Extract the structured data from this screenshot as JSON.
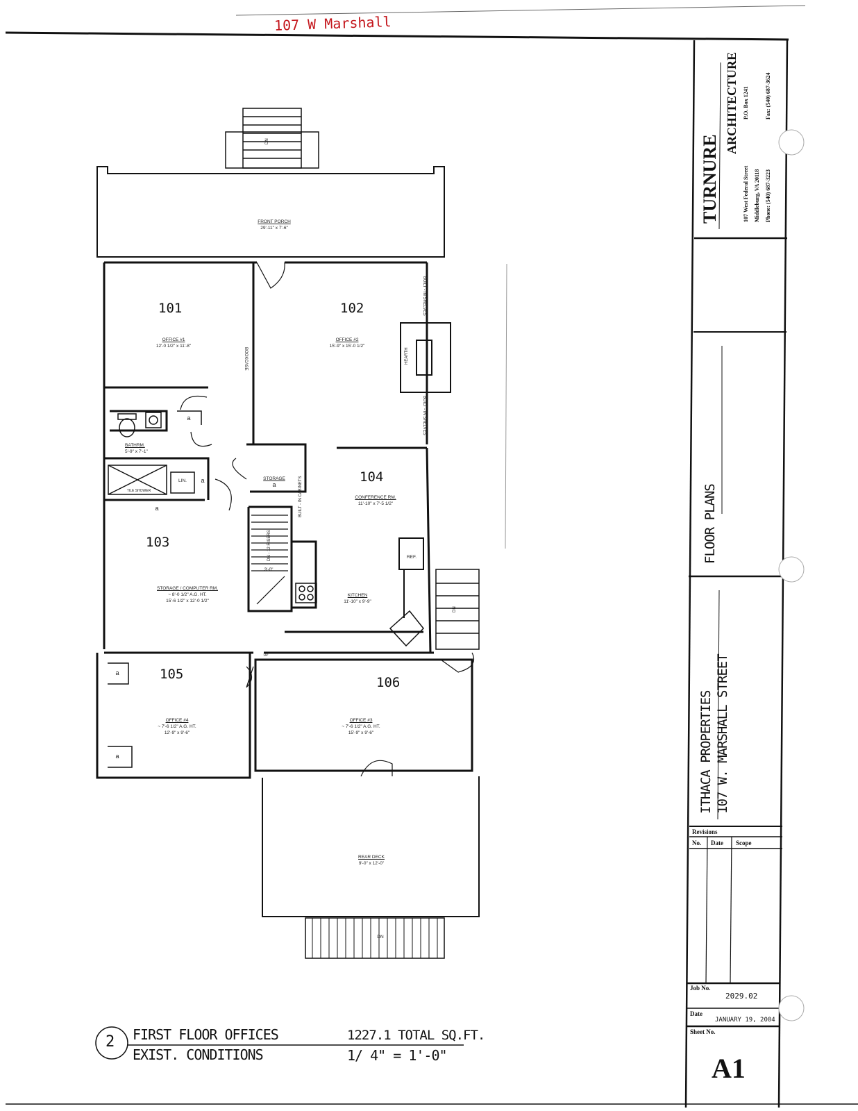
{
  "annotation": {
    "handwritten_note": "107 W Marshall"
  },
  "rooms": [
    {
      "num": "101",
      "name": "OFFICE #1",
      "dims": "12'-0 1/2\" x 11'-8\""
    },
    {
      "num": "102",
      "name": "OFFICE #2",
      "dims": "15'-9\" x 15'-0 1/2\""
    },
    {
      "num": "103",
      "name": "STORAGE / COMPUTER RM.",
      "clear": "~ 8'-0 1/2\" A.G. HT.",
      "dims": "15'-6 1/2\" x 12'-0 1/2\""
    },
    {
      "num": "104",
      "name": "CONFERENCE RM.",
      "dims": "11'-10\" x 7'-5 1/2\""
    },
    {
      "num": "105",
      "name": "OFFICE #4",
      "clear": "~ 7'-6 1/2\" A.G. HT.",
      "dims": "12'-9\" x 9'-6\""
    },
    {
      "num": "106",
      "name": "OFFICE #3",
      "clear": "~ 7'-6 1/2\" A.G. HT.",
      "dims": "15'-9\" x 9'-6\""
    }
  ],
  "spaces": {
    "front_porch": {
      "name": "FRONT PORCH",
      "dims": "29'-11\" x 7'-6\""
    },
    "rear_deck": {
      "name": "REAR DECK",
      "dims": "9'-0\" x 12'-0\""
    },
    "bathroom": {
      "name": "BATHRM.",
      "dims": "5'-9\" x 7'-1\""
    },
    "kitchen": {
      "name": "KITCHEN",
      "dims": "11'-10\" x 9'-9\""
    },
    "storage": {
      "name": "STORAGE",
      "tag": "a"
    },
    "shower": "TILE SHOWER",
    "linen": "LIN.",
    "ref": "REF.",
    "hearth": "HEARTH",
    "bookcase": "BOOKCASE",
    "shelves_upper": "BUILT - IN SHELVES",
    "shelves_lower": "BUILT - IN SHELVES",
    "cabinets": "BUILT - IN CABINETS",
    "stair_label": "DN - 12 RISERS",
    "stair_width": "3'-0\"",
    "up": "UP",
    "dn": "DN",
    "closet_tag": "a"
  },
  "drawing_label": {
    "number": "2",
    "line1": "FIRST FLOOR OFFICES",
    "line2": "EXIST. CONDITIONS",
    "area": "1227.1 TOTAL SQ.FT.",
    "scale": "1/ 4\" = 1'-0\""
  },
  "title_block": {
    "firm_name_1": "TURNURE",
    "firm_name_2": "ARCHITECTURE",
    "address_1": "107 West Federal Street",
    "address_2": "Middleburg, VA 20118",
    "phone": "Phone: (540) 687-3223",
    "po_box": "P.O. Box 1241",
    "fax": "Fax: (540) 687-3624",
    "sheet_title": "FLOOR PLANS",
    "project_1": "ITHACA PROPERTIES",
    "project_2": "107 W. MARSHALL STREET",
    "revisions_label": "Revisions",
    "col_no": "No.",
    "col_date": "Date",
    "col_scope": "Scope",
    "job_no_label": "Job No.",
    "job_no": "2029.02",
    "date_label": "Date",
    "date": "JANUARY 19, 2004",
    "sheet_no_label": "Sheet No.",
    "sheet_no": "A1"
  }
}
